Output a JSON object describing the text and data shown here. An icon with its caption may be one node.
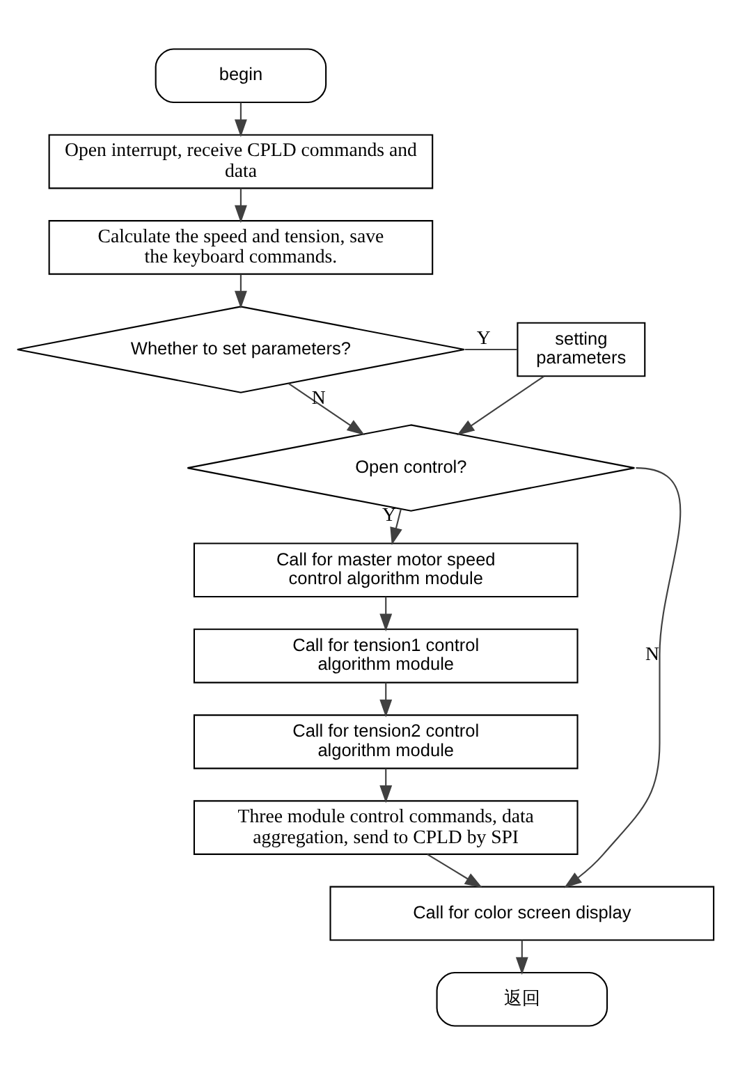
{
  "diagram": {
    "nodes": [
      {
        "text": [
          "begin"
        ]
      },
      {
        "text": [
          "Open interrupt, receive CPLD commands and data"
        ]
      },
      {
        "text": [
          "Calculate the speed and tension, save the keyboard commands."
        ]
      },
      {
        "text": [
          "Whether to set parameters?"
        ]
      },
      {
        "text": [
          "setting parameters"
        ]
      },
      {
        "text": [
          "Open control?"
        ]
      },
      {
        "text": [
          "Call for master motor speed control algorithm module"
        ]
      },
      {
        "text": [
          "Call for tension1 control algorithm module"
        ]
      },
      {
        "text": [
          "Call for tension2 control algorithm module"
        ]
      },
      {
        "text": [
          "Three module control commands, data aggregation, send to CPLD by SPI"
        ]
      },
      {
        "text": [
          "Call for color screen display"
        ]
      },
      {
        "text": [
          "返回"
        ]
      }
    ],
    "edges": [
      {
        "from": 0,
        "to": 1,
        "arrow": "to"
      },
      {
        "from": 1,
        "to": 2,
        "arrow": "to"
      },
      {
        "from": 2,
        "to": 3,
        "arrow": "to"
      },
      {
        "from": 3,
        "to": 4,
        "arrow": "none",
        "label": "Y"
      },
      {
        "from": 3,
        "to": 5,
        "arrow": "to",
        "label": "N"
      },
      {
        "from": 4,
        "to": 5,
        "arrow": "to"
      },
      {
        "from": 5,
        "to": 6,
        "arrow": "to",
        "label": "Y"
      },
      {
        "from": 6,
        "to": 7,
        "arrow": "to"
      },
      {
        "from": 7,
        "to": 8,
        "arrow": "to"
      },
      {
        "from": 8,
        "to": 9,
        "arrow": "to"
      },
      {
        "from": 9,
        "to": 10,
        "arrow": "to"
      },
      {
        "from": 5,
        "to": 10,
        "arrow": "to",
        "label": "N"
      },
      {
        "from": 10,
        "to": 11,
        "arrow": "to"
      }
    ]
  }
}
